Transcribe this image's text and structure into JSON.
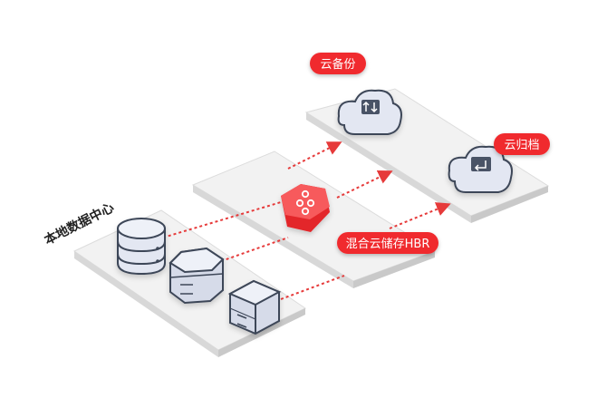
{
  "labels": {
    "cloud_backup": "云备份",
    "cloud_archive": "云归档",
    "hybrid_storage": "混合云储存HBR",
    "local_datacenter": "本地数据中心"
  },
  "icons": {
    "backup_cloud": "cloud-sync-icon",
    "archive_cloud": "cloud-archive-icon",
    "hbr_node": "hbr-gateway-icon",
    "local_items": [
      "database-cylinder-icon",
      "server-hexagon-icon",
      "server-cube-icon"
    ]
  },
  "colors": {
    "accent_red": "#f02b2e",
    "platform": "#f2f2f2",
    "device_fill": "#e3e7f2",
    "device_stroke": "#3e4658",
    "flow_line": "#e63a3a"
  }
}
